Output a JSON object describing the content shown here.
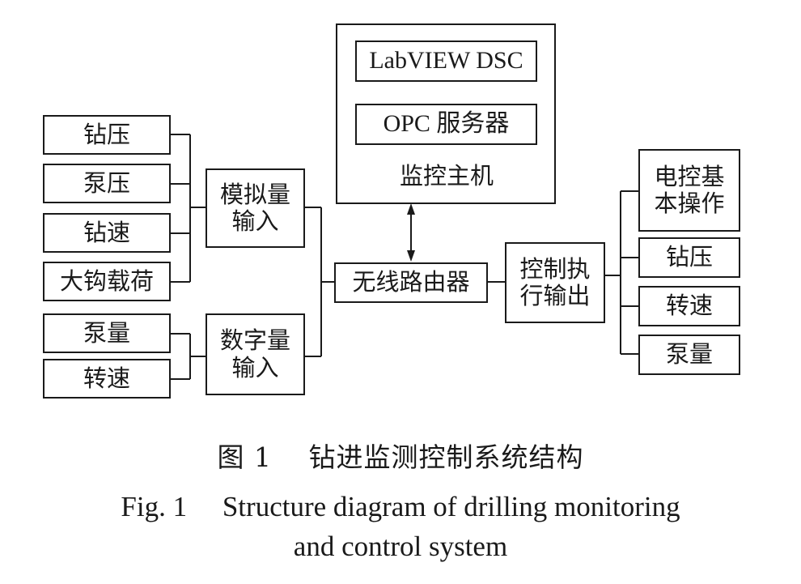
{
  "inputs": {
    "analog": [
      "钻压",
      "泵压",
      "钻速",
      "大钩载荷"
    ],
    "digital": [
      "泵量",
      "转速"
    ],
    "analog_group": "模拟量\n输入",
    "digital_group": "数字量\n输入"
  },
  "router": "无线路由器",
  "host": {
    "software": "LabVIEW DSC",
    "server": "OPC 服务器",
    "label": "监控主机"
  },
  "control": "控制执\n行输出",
  "outputs": [
    "电控基\n本操作",
    "钻压",
    "转速",
    "泵量"
  ],
  "caption": {
    "zh": "图 1　 钻进监测控制系统结构",
    "en_line1": "Fig. 1　 Structure diagram of drilling monitoring",
    "en_line2": "and control system"
  }
}
